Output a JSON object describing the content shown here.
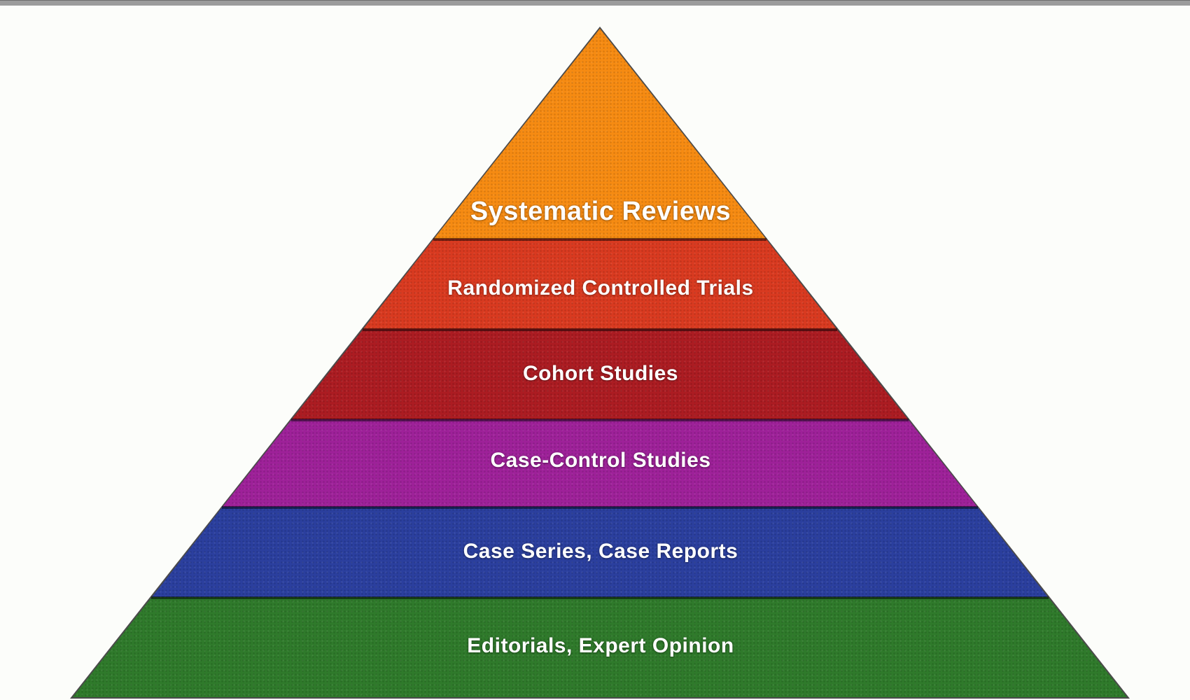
{
  "background": "#fcfdfa",
  "outline_color": "#4a4a4a",
  "base_bar": {
    "color": "#9c9c9c",
    "edge_color": "#6f6f6f"
  },
  "pyramid": {
    "description_type": "evidence-hierarchy-pyramid",
    "layers": [
      {
        "label": "Systematic Reviews",
        "color": "#F68B12",
        "level": 1
      },
      {
        "label": "Randomized Controlled Trials",
        "color": "#D93A20",
        "level": 2
      },
      {
        "label": "Cohort Studies",
        "color": "#AC1C22",
        "level": 3
      },
      {
        "label": "Case-Control Studies",
        "color": "#9E2199",
        "level": 4
      },
      {
        "label": "Case Series, Case Reports",
        "color": "#2B3F9E",
        "level": 5
      },
      {
        "label": "Editorials, Expert Opinion",
        "color": "#2F7A2B",
        "level": 6
      }
    ],
    "text_color": "#ffffff"
  }
}
